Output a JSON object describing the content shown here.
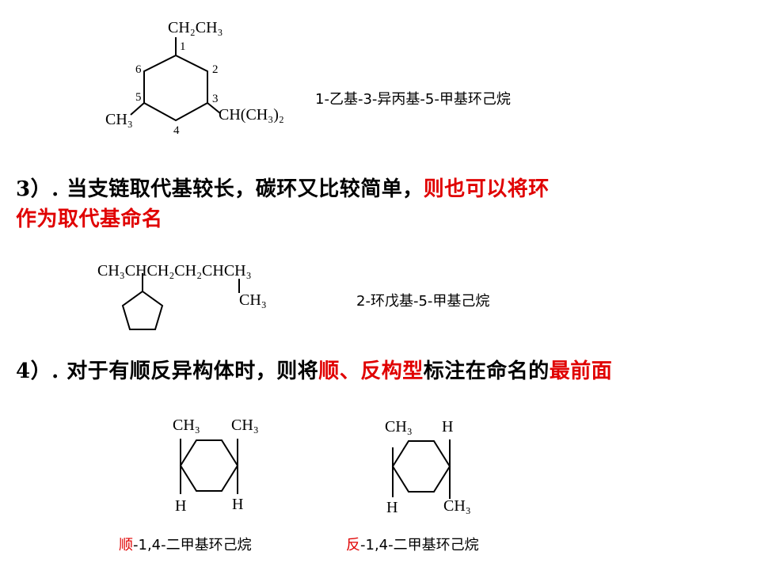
{
  "fig1": {
    "top_group": "CH₂CH₃",
    "left_group": "CH₃",
    "right_group": "CH(CH₃)₂",
    "n1": "1",
    "n2": "2",
    "n3": "3",
    "n4": "4",
    "n5": "5",
    "n6": "6",
    "name": "1-乙基-3-异丙基-5-甲基环己烷"
  },
  "section3": {
    "prefix": "3）. 当支链取代基较长，碳环又比较简单，",
    "red1": "则也可以将环",
    "red2": "作为取代基命名"
  },
  "fig2": {
    "chain": "CH₃CHCH₂CH₂CHCH₃",
    "methyl": "CH₃",
    "name": "2-环戊基-5-甲基己烷"
  },
  "section4": {
    "prefix": "4）. 对于有顺反异构体时，则将",
    "red1": "顺、反构型",
    "mid": "标注在命名的",
    "red2": "最前面"
  },
  "cis": {
    "tl": "CH₃",
    "tr": "CH₃",
    "bl": "H",
    "br": "H",
    "prefix": "顺",
    "name": "-1,4-二甲基环己烷"
  },
  "trans": {
    "tl": "CH₃",
    "tr": "H",
    "bl": "H",
    "br": "CH₃",
    "prefix": "反",
    "name": "-1,4-二甲基环己烷"
  },
  "colors": {
    "accent": "#e00000"
  }
}
